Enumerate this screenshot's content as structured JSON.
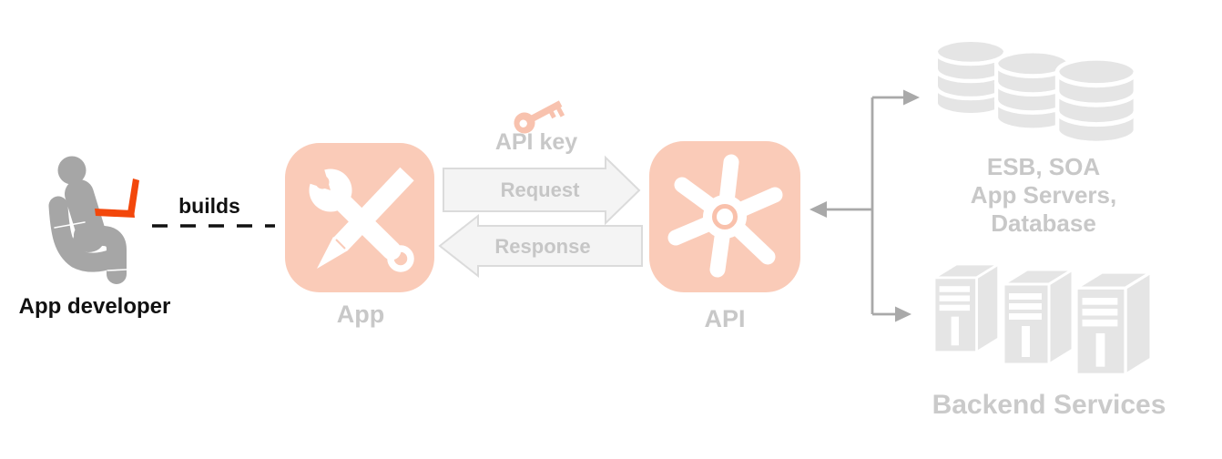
{
  "diagram": {
    "developer": {
      "name_label": "App developer",
      "action_label": "builds",
      "icon": "person-at-laptop-icon"
    },
    "app": {
      "label": "App",
      "icon": "wrench-pencil-icon"
    },
    "api": {
      "label": "API",
      "icon": "gear-asterisk-icon"
    },
    "api_key": {
      "label": "API key",
      "icon": "key-icon"
    },
    "arrows": {
      "request_label": "Request",
      "response_label": "Response"
    },
    "backend": {
      "top_label_lines": [
        "ESB, SOA",
        "App Servers,",
        "Database"
      ],
      "top_icon": "database-stack-icon",
      "bottom_label": "Backend Services",
      "bottom_icon": "server-stack-icon"
    },
    "colors": {
      "background": "#FFFFFF",
      "accent_salmon": "#FACBB8",
      "key_salmon": "#F8C2AE",
      "laptop_orange": "#F3470B",
      "person_gray": "#A6A6A6",
      "muted_label_gray": "#C8C8C8",
      "dark_label": "#111111",
      "connector_gray": "#A9A9A9",
      "backend_icon_gray": "#E5E5E5",
      "arrow_fill": "#F4F4F4",
      "arrow_border": "#DBDBDB"
    }
  }
}
